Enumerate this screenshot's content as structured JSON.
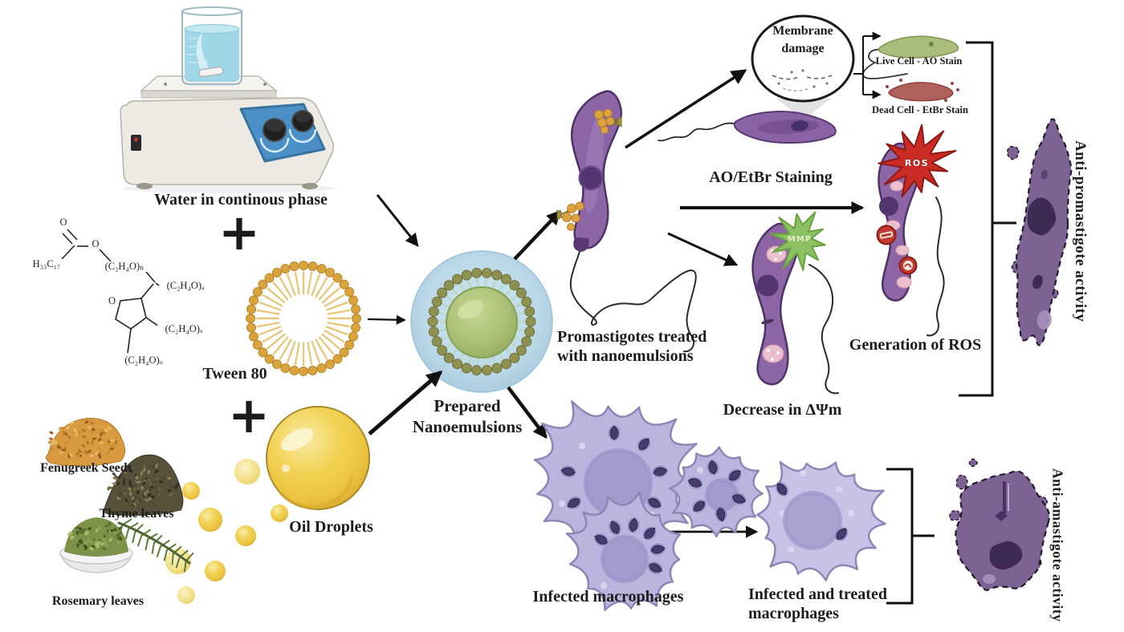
{
  "figure": {
    "inputs": {
      "water_label": "Water in continous phase",
      "plus_sign": "+",
      "tween_label": "Tween 80",
      "oil_label": "Oil Droplets",
      "botanicals": {
        "fenugreek": "Fenugreek Seeds",
        "thyme": "Thyme leaves",
        "rosemary": "Rosemary leaves"
      }
    },
    "chem": {
      "carbonyl_o": "O",
      "ester_o": "O",
      "ring_o": "O",
      "alkyl": "H₃₃C₁₇",
      "peg_n": "(C₂H₄O)ₙ",
      "peg_a": "(C₂H₄O)ₐ",
      "peg_x": "(C₂H₄O)ₓ",
      "peg_u": "(C₂H₄O)ᵤ"
    },
    "nanoemulsion": {
      "label": "Prepared Nanoemulsions"
    },
    "promastigote_pathway": {
      "treated_label": "Promastigotes treated with nanoemulsions",
      "membrane_damage": "Membrane damage",
      "staining": "AO/EtBr Staining",
      "live_cell": "Live Cell - AO Stain",
      "dead_cell": "Dead Cell - EtBr Stain",
      "ros_label": "Generation of ROS",
      "ros_badge": "ROS",
      "mmp_badge": "MMP",
      "mmp_label": "Decrease in ΔΨm",
      "outcome": "Anti-promastigote activity"
    },
    "amastigote_pathway": {
      "infected": "Infected macrophages",
      "treated": "Infected and treated macrophages",
      "outcome": "Anti-amastigote activity"
    },
    "colors": {
      "promastigote_purple": "#8d66a6",
      "macrophage_lavender": "#bab5de",
      "ros_red": "#cb2b25",
      "mmp_green": "#8cc063",
      "oil_gold": "#f2d254",
      "surfactant_gold": "#d9a43c",
      "nanoemulsion_shell": "#bcd9e8",
      "nanoemulsion_core": "#abc17b",
      "stirrer_panel_blue": "#4a90c6",
      "lysed_purple": "#7d6394"
    }
  }
}
